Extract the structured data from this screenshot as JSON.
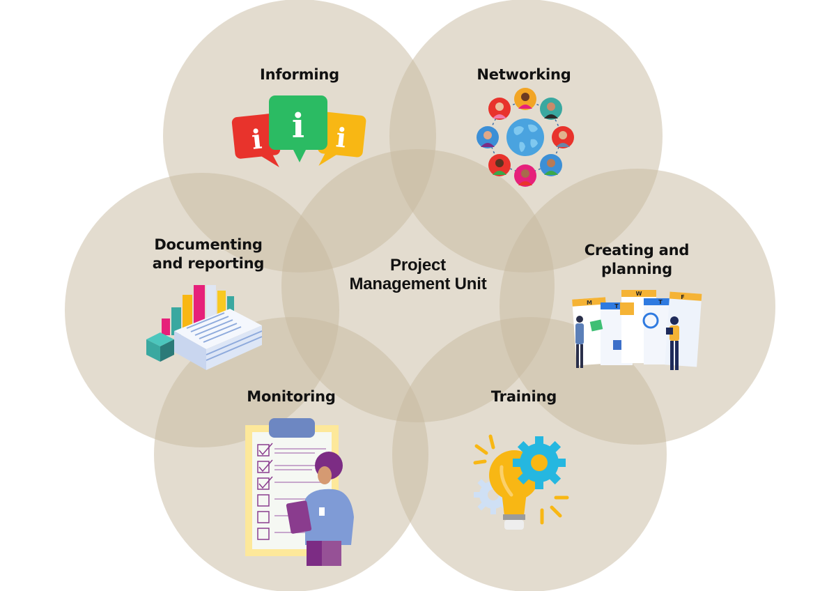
{
  "diagram": {
    "type": "venn-cluster",
    "circle_color": "#c7b99f",
    "center": {
      "label": "Project\nManagement Unit"
    },
    "nodes": [
      {
        "id": "informing",
        "label": "Informing",
        "icon": "info-speech-bubbles-icon"
      },
      {
        "id": "networking",
        "label": "Networking",
        "icon": "people-network-globe-icon"
      },
      {
        "id": "documenting",
        "label": "Documenting\nand reporting",
        "icon": "bar-chart-documents-icon"
      },
      {
        "id": "creating",
        "label": "Creating and\nplanning",
        "icon": "weekly-calendar-planning-icon"
      },
      {
        "id": "monitoring",
        "label": "Monitoring",
        "icon": "checklist-clipboard-icon"
      },
      {
        "id": "training",
        "label": "Training",
        "icon": "lightbulb-gears-icon"
      }
    ],
    "icon_colors": {
      "red": "#e8332c",
      "green": "#2bbb63",
      "yellow": "#f8b714",
      "blue": "#3c8fd6",
      "teal": "#3aa8a0",
      "pink": "#e6207a",
      "purple": "#7c2c84",
      "cyan": "#25b7e0"
    }
  }
}
